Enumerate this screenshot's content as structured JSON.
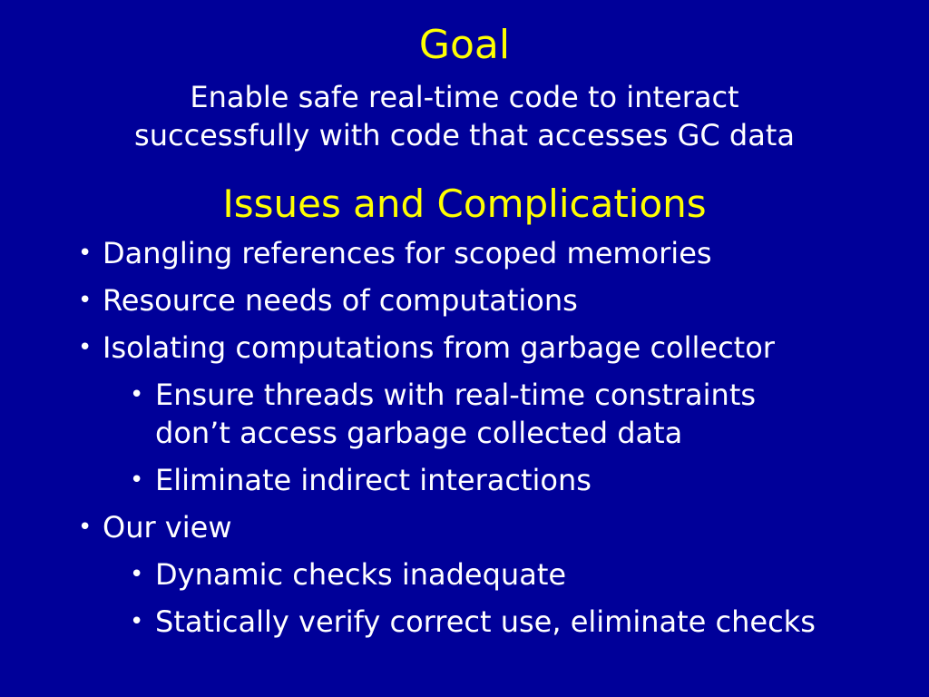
{
  "goal": {
    "title": "Goal",
    "line1": "Enable safe real-time code to interact",
    "line2": "successfully with code that accesses GC data"
  },
  "issues": {
    "title": "Issues and Complications",
    "bullet_glyph": "•",
    "items": [
      "Dangling references for scoped memories",
      "Resource needs of computations",
      "Isolating computations from garbage collector"
    ],
    "isolating_subs": [
      [
        "Ensure threads with real-time constraints",
        "don’t access garbage collected data"
      ],
      [
        "Eliminate indirect interactions"
      ]
    ],
    "our_view": "Our view",
    "our_view_subs": [
      "Dynamic checks inadequate",
      "Statically verify correct use, eliminate checks"
    ]
  },
  "colors": {
    "background": "#000099",
    "heading": "#ffff00",
    "text": "#ffffff"
  }
}
